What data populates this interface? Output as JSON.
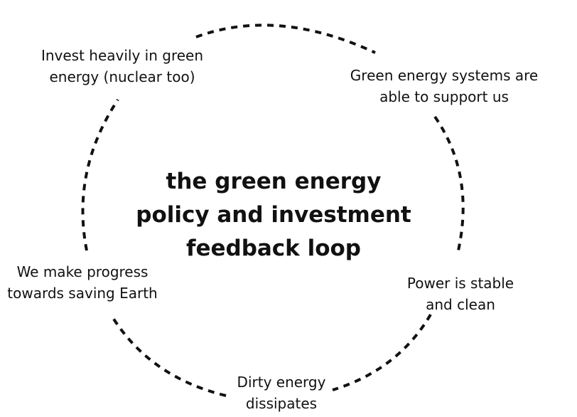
{
  "title": {
    "lines": [
      "the green energy",
      "policy and investment",
      "feedback loop"
    ]
  },
  "nodes": {
    "invest": [
      "Invest heavily in green",
      "energy (nuclear too)"
    ],
    "support": [
      "Green energy systems are",
      "able to support us"
    ],
    "stable": [
      "Power is stable",
      "and clean"
    ],
    "dissipates": [
      "Dirty energy",
      "dissipates"
    ],
    "progress": [
      "We make progress",
      "towards saving Earth"
    ]
  },
  "colors": {
    "text": "#111111",
    "loop": "#111111",
    "background": "#ffffff"
  }
}
